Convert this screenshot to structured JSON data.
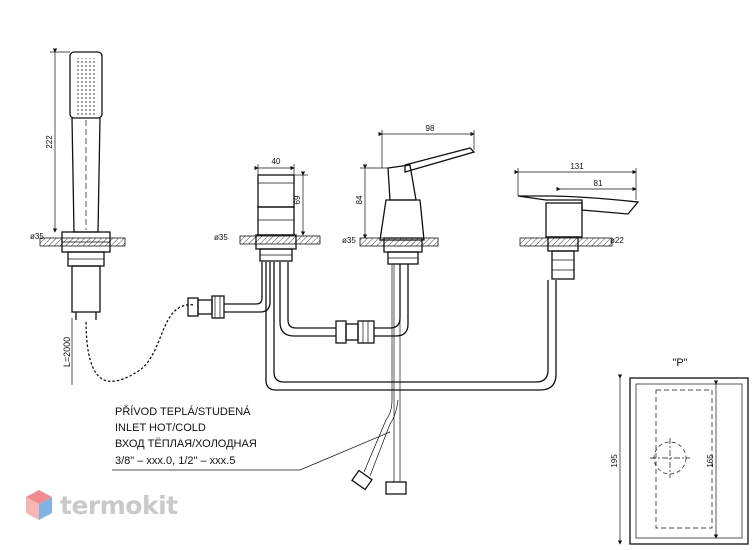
{
  "dimensions": {
    "handshower_height": "222",
    "handshower_base_diameter": "ø35",
    "hose_length": "L=2000",
    "diverter_width": "40",
    "diverter_height": "69",
    "diverter_base_diameter": "ø35",
    "mixer_lever_length": "98",
    "mixer_height": "84",
    "mixer_base_diameter": "ø35",
    "spout_length": "131",
    "spout_outlet_length": "81",
    "spout_base_diameter": "ø22",
    "detail_height": "195",
    "detail_inner_height": "165"
  },
  "detail": {
    "label": "\"P\""
  },
  "note": {
    "line1": "PŘÍVOD TEPLÁ/STUDENÁ",
    "line2": "INLET HOT/COLD",
    "line3": "ВХОД ТЁПЛАЯ/ХОЛОДНАЯ",
    "line4": "3/8\" – xxx.0, 1/2\" – xxx.5"
  },
  "brand": {
    "name": "termokit",
    "colors": {
      "logo_top": "#f28b8b",
      "logo_side": "#7fb3e6",
      "logo_text": "#c9c9c9"
    }
  }
}
